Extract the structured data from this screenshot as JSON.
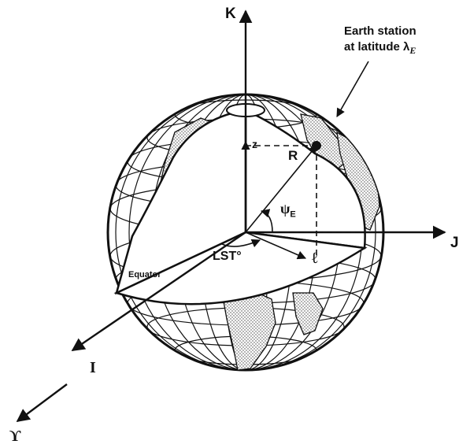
{
  "labels": {
    "axis_k": "K",
    "axis_j": "J",
    "axis_i": "I",
    "aries": "ϒ",
    "station_line1": "Earth station",
    "station_line2_text": "at latitude λ",
    "station_line2_sub": "E",
    "z": "z",
    "r": "R",
    "psi": "ψ",
    "psi_sub": "E",
    "lst": "LST°",
    "ell": "ℓ",
    "equator": "Equator"
  },
  "colors": {
    "ink": "#111111",
    "land_fill": "#cfcfcf",
    "background": "#ffffff"
  }
}
